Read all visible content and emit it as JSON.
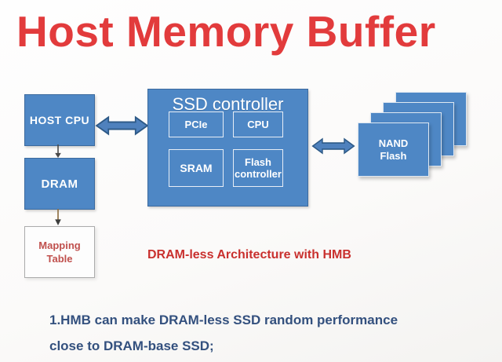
{
  "slide": {
    "title": "Host Memory Buffer",
    "caption": "DRAM-less Architecture with HMB",
    "notes": [
      "1.HMB can make DRAM-less SSD random performance",
      "close to DRAM-base SSD;"
    ]
  },
  "diagram": {
    "host_cpu": {
      "label": "HOST CPU"
    },
    "dram": {
      "label": "DRAM"
    },
    "mapping_table": {
      "line1": "Mapping",
      "line2": "Table"
    },
    "ssd_controller": {
      "label": "SSD controller",
      "components": {
        "pcie": "PCIe",
        "cpu": "CPU",
        "sram": "SRAM",
        "flash_line1": "Flash",
        "flash_line2": "controller"
      }
    },
    "nand_flash": {
      "line1": "NAND",
      "line2": "Flash"
    },
    "connections": [
      "HOST CPU <-> SSD controller",
      "SSD controller <-> NAND Flash",
      "HOST CPU -> DRAM",
      "DRAM -> Mapping Table"
    ]
  },
  "colors": {
    "node_blue": "#4e87c5",
    "arrow_blue": "#4f81bd",
    "arrow_outline": "#2d5986",
    "title_red": "#e23b3c",
    "caption_red": "#c9302e",
    "mapping_red": "#c0504d",
    "note_blue": "#33507e"
  }
}
